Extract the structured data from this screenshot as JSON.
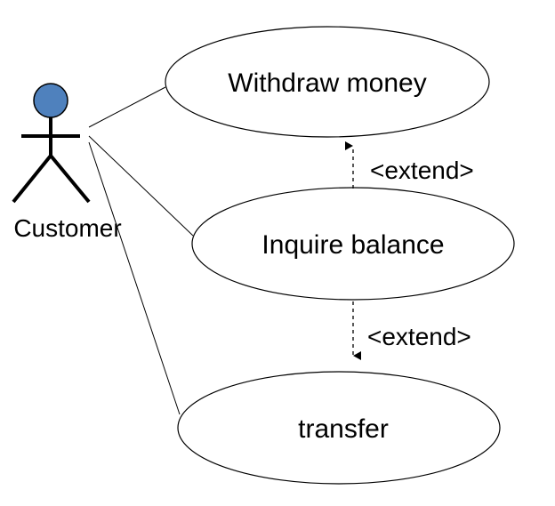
{
  "actor": {
    "name": "Customer",
    "head_color": "#4F81BD"
  },
  "use_cases": [
    {
      "label": "Withdraw money"
    },
    {
      "label": "Inquire balance"
    },
    {
      "label": "transfer"
    }
  ],
  "relationships": [
    {
      "type": "extend",
      "label": "<extend>",
      "from": "Inquire balance",
      "to": "Withdraw money"
    },
    {
      "type": "extend",
      "label": "<extend>",
      "from": "Inquire balance",
      "to": "transfer"
    }
  ]
}
